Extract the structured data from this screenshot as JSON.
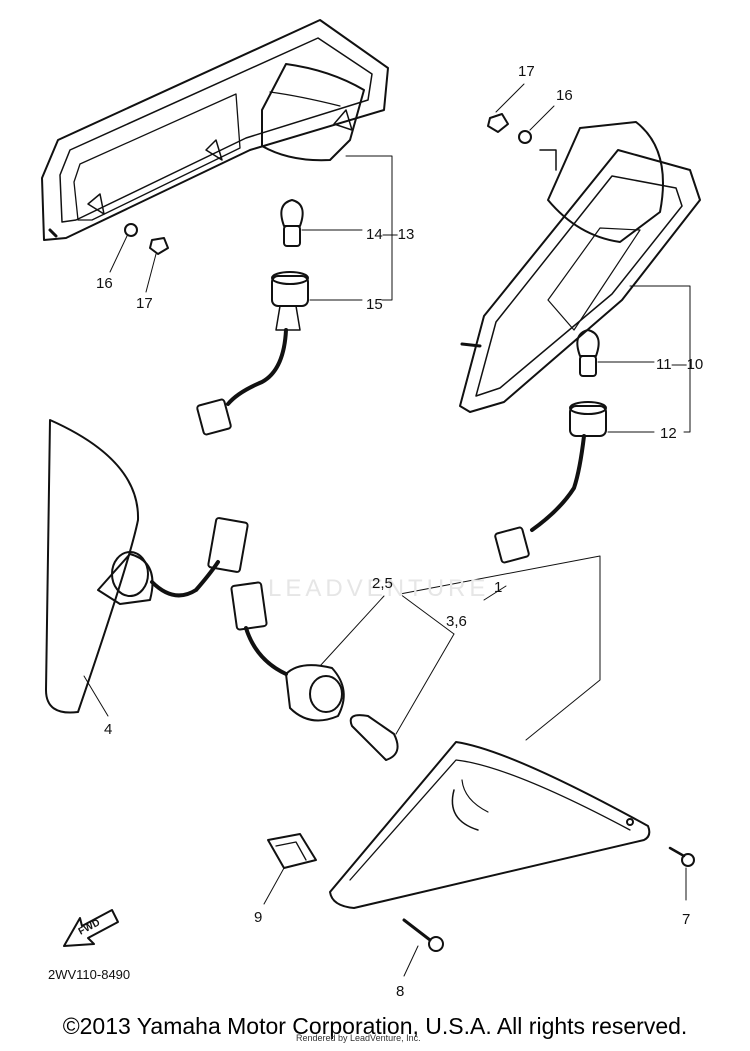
{
  "diagram": {
    "callouts": [
      {
        "id": "17a",
        "text": "17"
      },
      {
        "id": "16a",
        "text": "16"
      },
      {
        "id": "16b",
        "text": "16"
      },
      {
        "id": "17b",
        "text": "17"
      },
      {
        "id": "14-13",
        "text": "14—13"
      },
      {
        "id": "15",
        "text": "15"
      },
      {
        "id": "11-10",
        "text": "11—10"
      },
      {
        "id": "12",
        "text": "12"
      },
      {
        "id": "2-5",
        "text": "2,5"
      },
      {
        "id": "1",
        "text": "1"
      },
      {
        "id": "3-6",
        "text": "3,6"
      },
      {
        "id": "4",
        "text": "4"
      },
      {
        "id": "9",
        "text": "9"
      },
      {
        "id": "7",
        "text": "7"
      },
      {
        "id": "8",
        "text": "8"
      }
    ],
    "part_code": "2WV110-8490",
    "fwd_label": "FWD",
    "watermark": "LEADVENTURE",
    "colors": {
      "line": "#111111",
      "background": "#ffffff"
    }
  },
  "footer": {
    "copyright": "©2013 Yamaha Motor Corporation, U.S.A. All rights reserved.",
    "credit": "Rendered by LeadVenture, Inc."
  }
}
